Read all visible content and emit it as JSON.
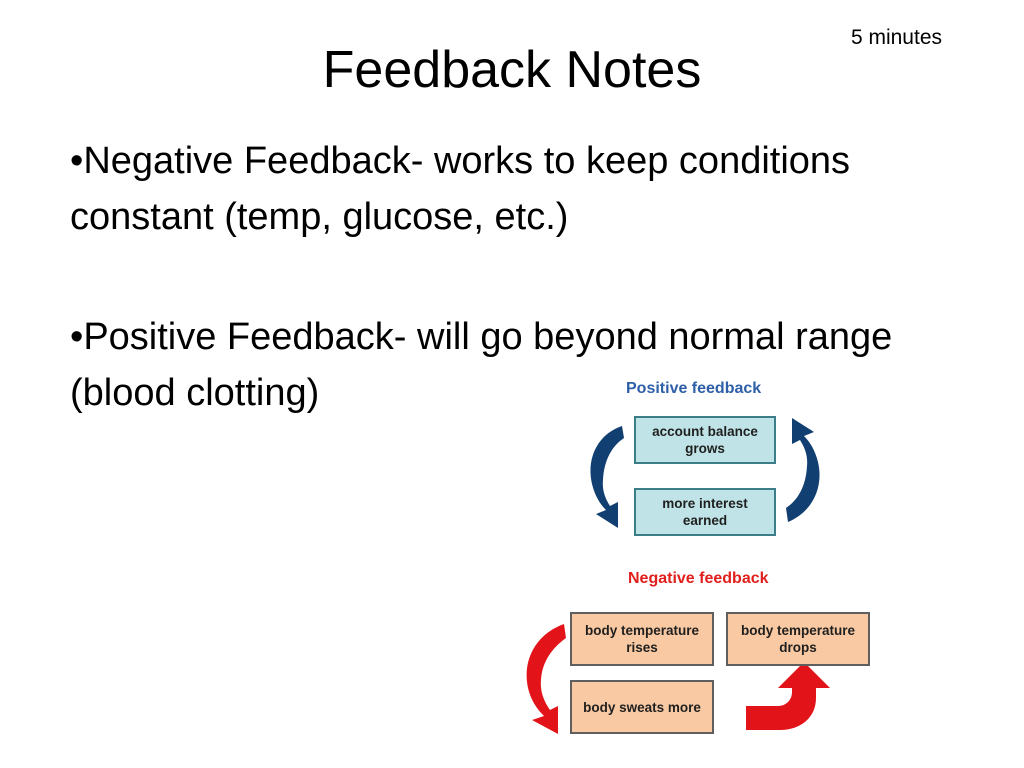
{
  "slide": {
    "timer": "5 minutes",
    "title": "Feedback Notes",
    "bullets": [
      "Negative Feedback- works to keep conditions constant (temp, glucose, etc.)",
      "Positive Feedback- will go beyond normal range (blood clotting)"
    ],
    "bullet_glyph": "•"
  },
  "diagram": {
    "positive": {
      "heading": "Positive feedback",
      "boxes": [
        "account balance grows",
        "more interest earned"
      ]
    },
    "negative": {
      "heading": "Negative feedback",
      "boxes": [
        "body temperature rises",
        "body temperature drops",
        "body sweats more"
      ]
    }
  },
  "colors": {
    "positive_heading": "#2e5fa8",
    "negative_heading": "#e0201c",
    "positive_arrow": "#123f72",
    "negative_arrow": "#e2141a",
    "teal_box_fill": "#bfe3e6",
    "peach_box_fill": "#f8c9a2"
  },
  "icons": {
    "positive_left_arrow": "curved-arrow-down-icon",
    "positive_right_arrow": "curved-arrow-up-icon",
    "negative_left_arrow": "curved-arrow-down-icon",
    "negative_right_arrow": "bent-arrow-up-icon"
  }
}
